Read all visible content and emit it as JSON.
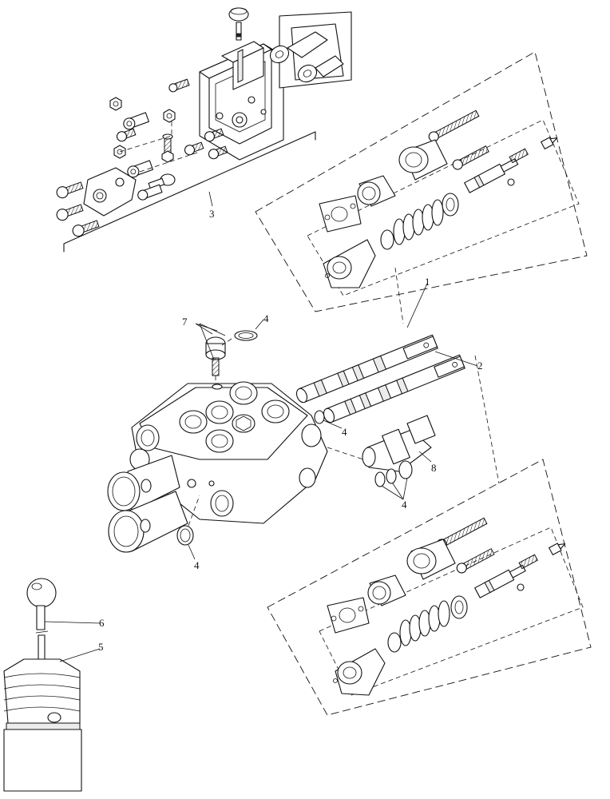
{
  "callouts": {
    "c1": "1",
    "c2": "2",
    "c3": "3",
    "c4a": "4",
    "c4b": "4",
    "c4c": "4",
    "c4d": "4",
    "c5": "5",
    "c6": "6",
    "c7": "7",
    "c8": "8"
  }
}
